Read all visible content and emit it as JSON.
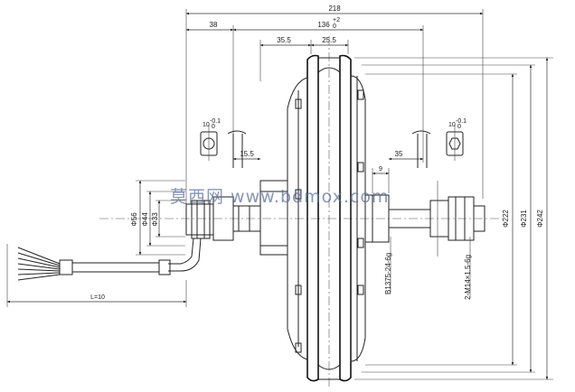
{
  "dimensions": {
    "overall_width": "218",
    "left_offset": "38",
    "hub_width": "136",
    "hub_tolerance_upper": "+2",
    "hub_tolerance_lower": "0",
    "left_half": "35.5",
    "right_half": "25.5",
    "left_flat": "15.5",
    "right_shaft": "35",
    "small_gap": "9",
    "cable_length": "L=10"
  },
  "diameters": {
    "d56": "Φ56",
    "d44": "Φ44",
    "d33": "Φ33",
    "d222": "Φ222",
    "d231": "Φ231",
    "d242": "Φ242"
  },
  "threads": {
    "left_thread": "B1375-24-6g",
    "right_thread": "2-M14×1.5-6g"
  },
  "flat_details": {
    "left_top": "10",
    "left_bottom": "0",
    "left_mid": "-0.1",
    "right_top": "10",
    "right_bottom": "0",
    "right_mid": "-0.1"
  },
  "watermark": "莫西网 www.bdmox.com"
}
